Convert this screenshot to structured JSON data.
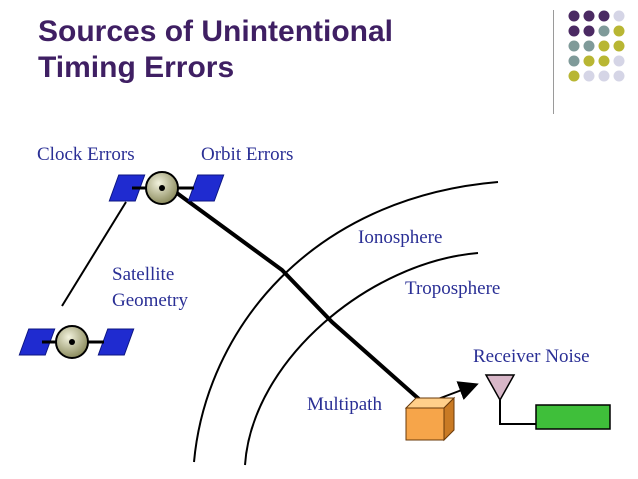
{
  "title": {
    "line1": "Sources of Unintentional",
    "line2": "Timing Errors"
  },
  "labels": {
    "clock_errors": "Clock Errors",
    "orbit_errors": "Orbit Errors",
    "ionosphere": "Ionosphere",
    "troposphere": "Troposphere",
    "satellite_geometry_line1": "Satellite",
    "satellite_geometry_line2": "Geometry",
    "receiver_noise": "Receiver Noise",
    "multipath": "Multipath"
  },
  "colors": {
    "title": "#3f1f63",
    "label": "#2a2f95",
    "dot_purple": "#4b2a63",
    "dot_teal": "#7f9a99",
    "dot_olive": "#b8b633",
    "dot_light": "#d5d5e6",
    "solar_panel": "#1f2bd0",
    "satellite_body": "#9a9a6a",
    "receiver_box": "#f6a54a",
    "receiver_bar": "#3fbf3a",
    "antenna": "#d8b7c8"
  },
  "decor_dots": [
    [
      "dot_purple",
      "dot_purple",
      "dot_purple",
      "dot_light"
    ],
    [
      "dot_purple",
      "dot_purple",
      "dot_teal",
      "dot_olive"
    ],
    [
      "dot_teal",
      "dot_teal",
      "dot_olive",
      "dot_olive"
    ],
    [
      "dot_teal",
      "dot_olive",
      "dot_olive",
      "dot_light"
    ],
    [
      "dot_olive",
      "dot_light",
      "dot_light",
      "dot_light"
    ]
  ]
}
